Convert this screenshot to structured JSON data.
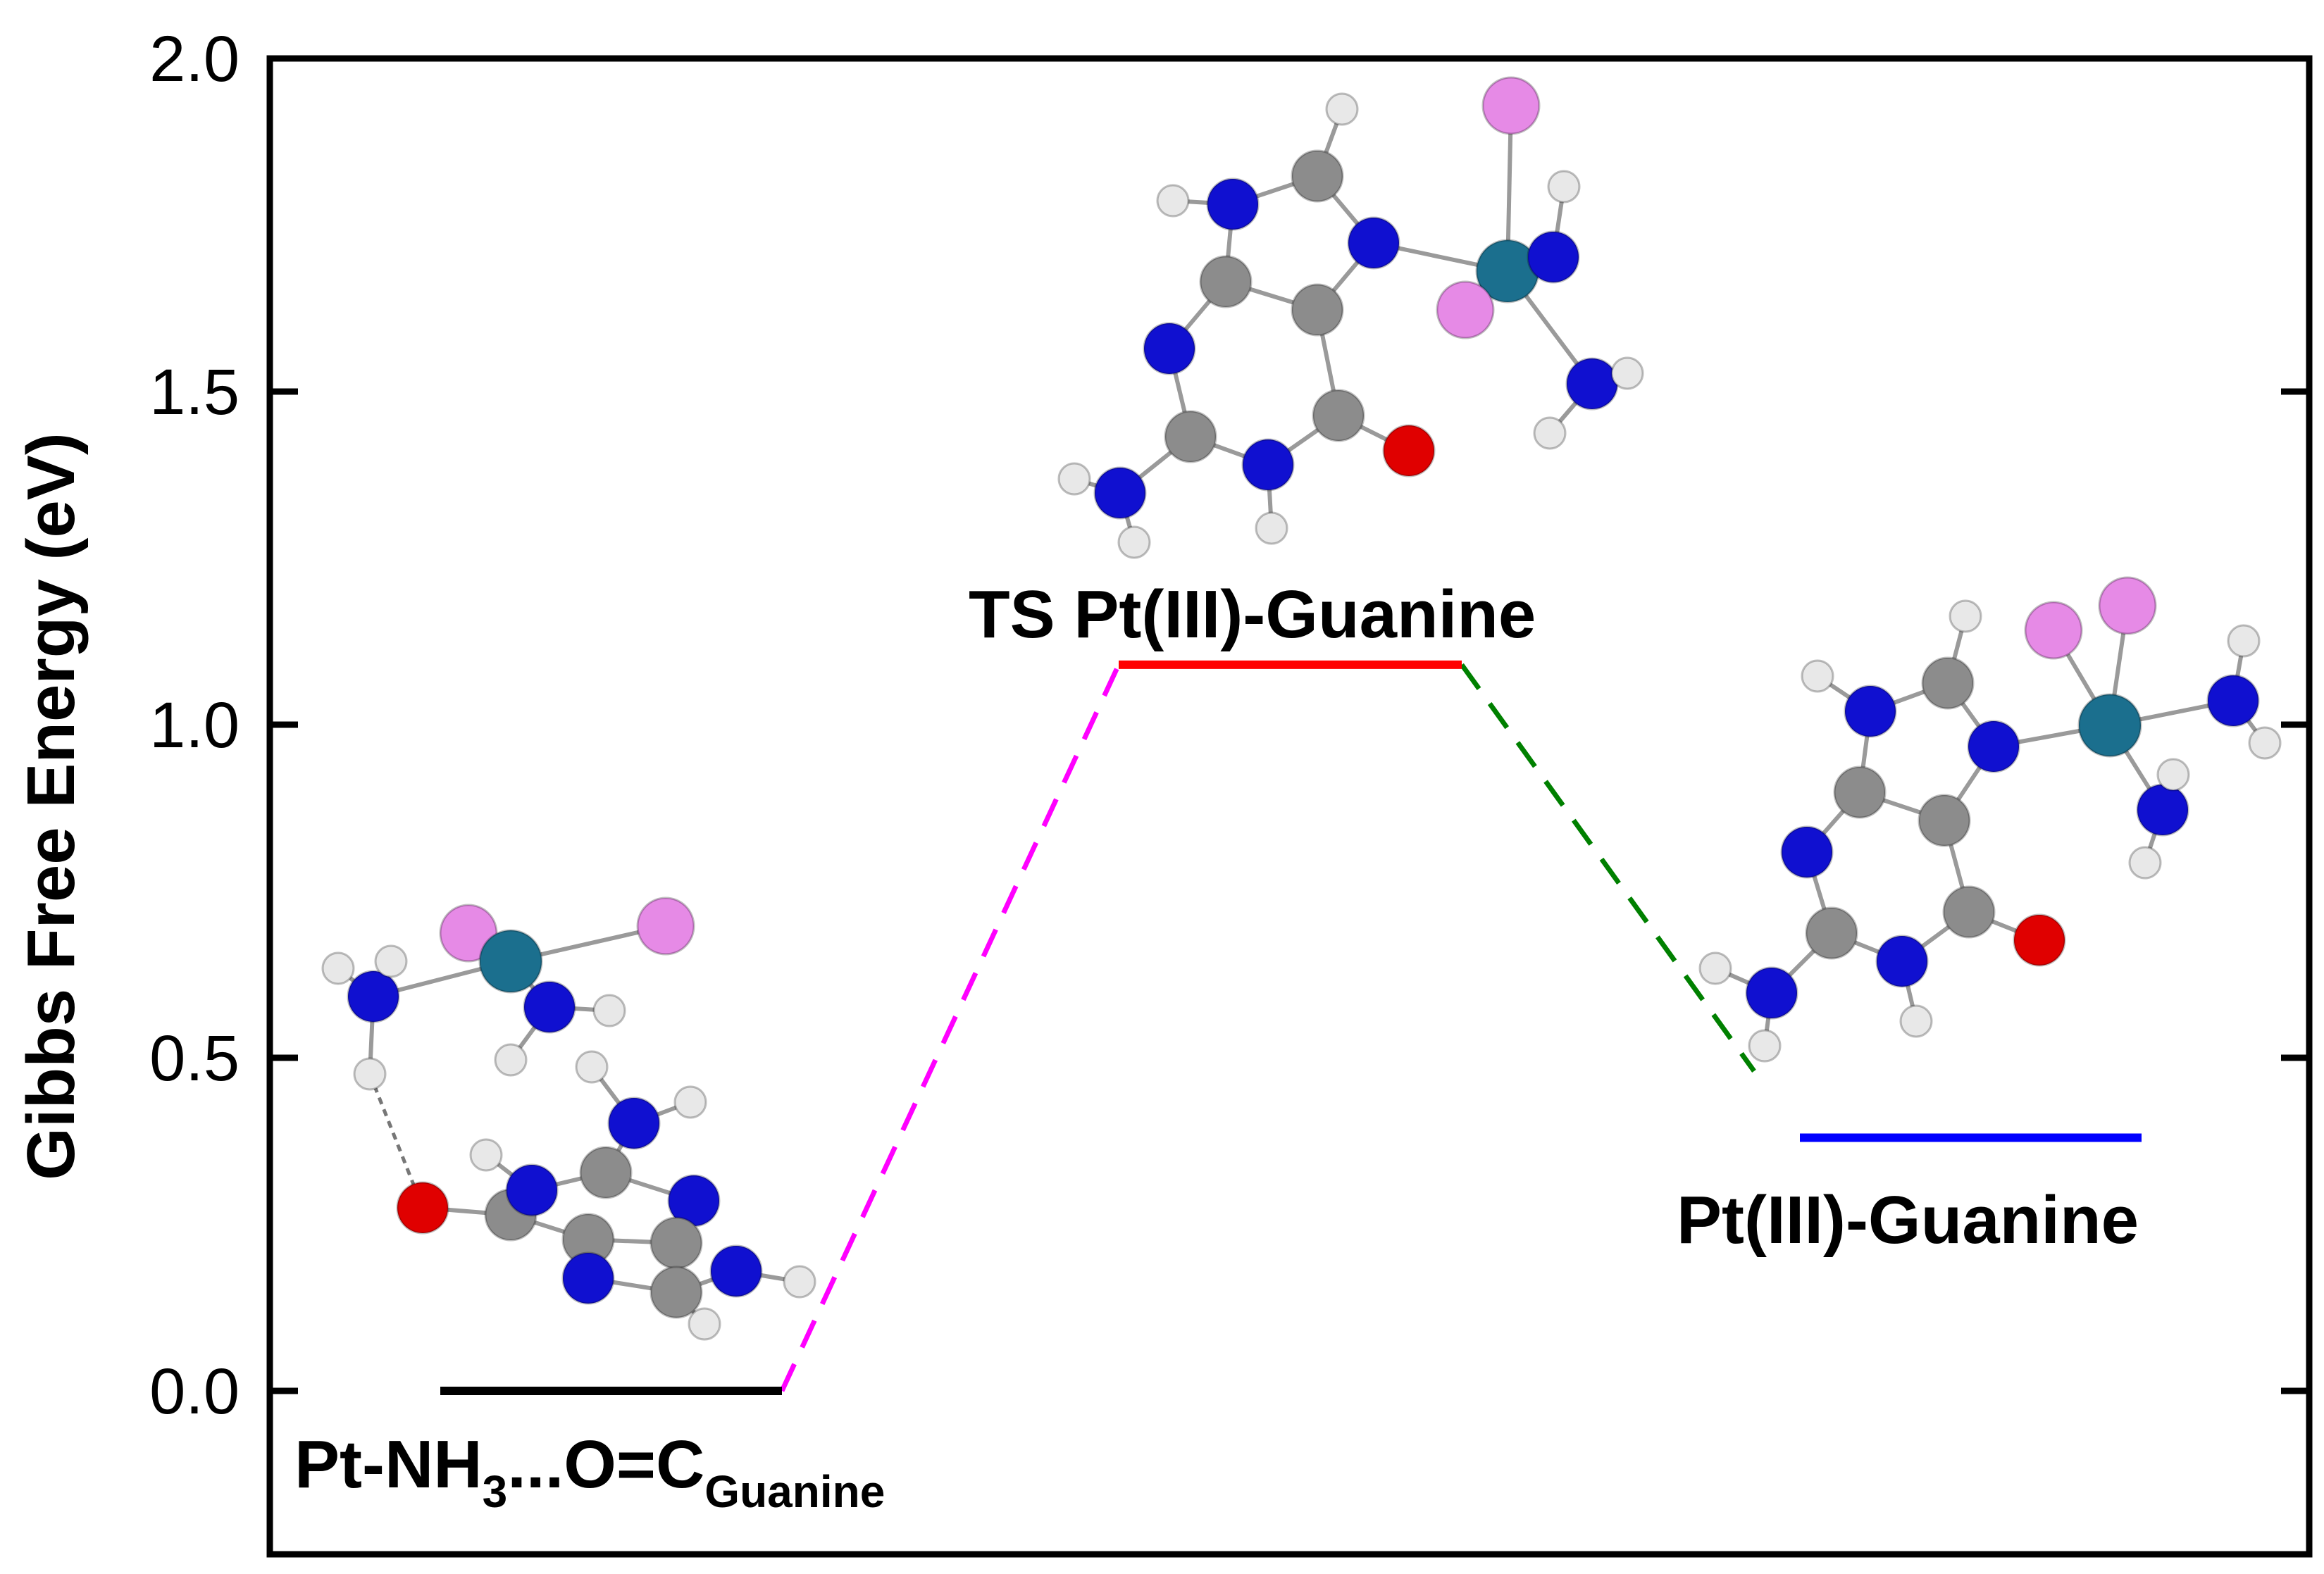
{
  "chart_data": {
    "type": "line",
    "title": "",
    "xlabel": "",
    "ylabel": "Gibbs Free Energy (eV)",
    "ylim": [
      -0.25,
      2.0
    ],
    "yticks": [
      {
        "value": 0.0,
        "label": "0.0"
      },
      {
        "value": 0.5,
        "label": "0.5"
      },
      {
        "value": 1.0,
        "label": "1.0"
      },
      {
        "value": 1.5,
        "label": "1.5"
      },
      {
        "value": 2.0,
        "label": "2.0"
      }
    ],
    "grid": false,
    "levels": [
      {
        "label_main": "Pt-NH",
        "label_sub": "3",
        "label_mid": "...O=C",
        "label_sub2": "Guanine",
        "energy": 0.0,
        "color": "#000000"
      },
      {
        "label_main": "TS Pt(III)-Guanine",
        "energy": 1.09,
        "color": "#ff0000"
      },
      {
        "label_main": "Pt(III)-Guanine",
        "energy": 0.38,
        "color": "#0000ff"
      }
    ],
    "connectors": [
      {
        "from": 0,
        "to": 1,
        "color": "#ff00ff",
        "end_energy": 1.09
      },
      {
        "from": 1,
        "to": 2,
        "color": "#008000",
        "end_energy": 0.48
      }
    ]
  }
}
